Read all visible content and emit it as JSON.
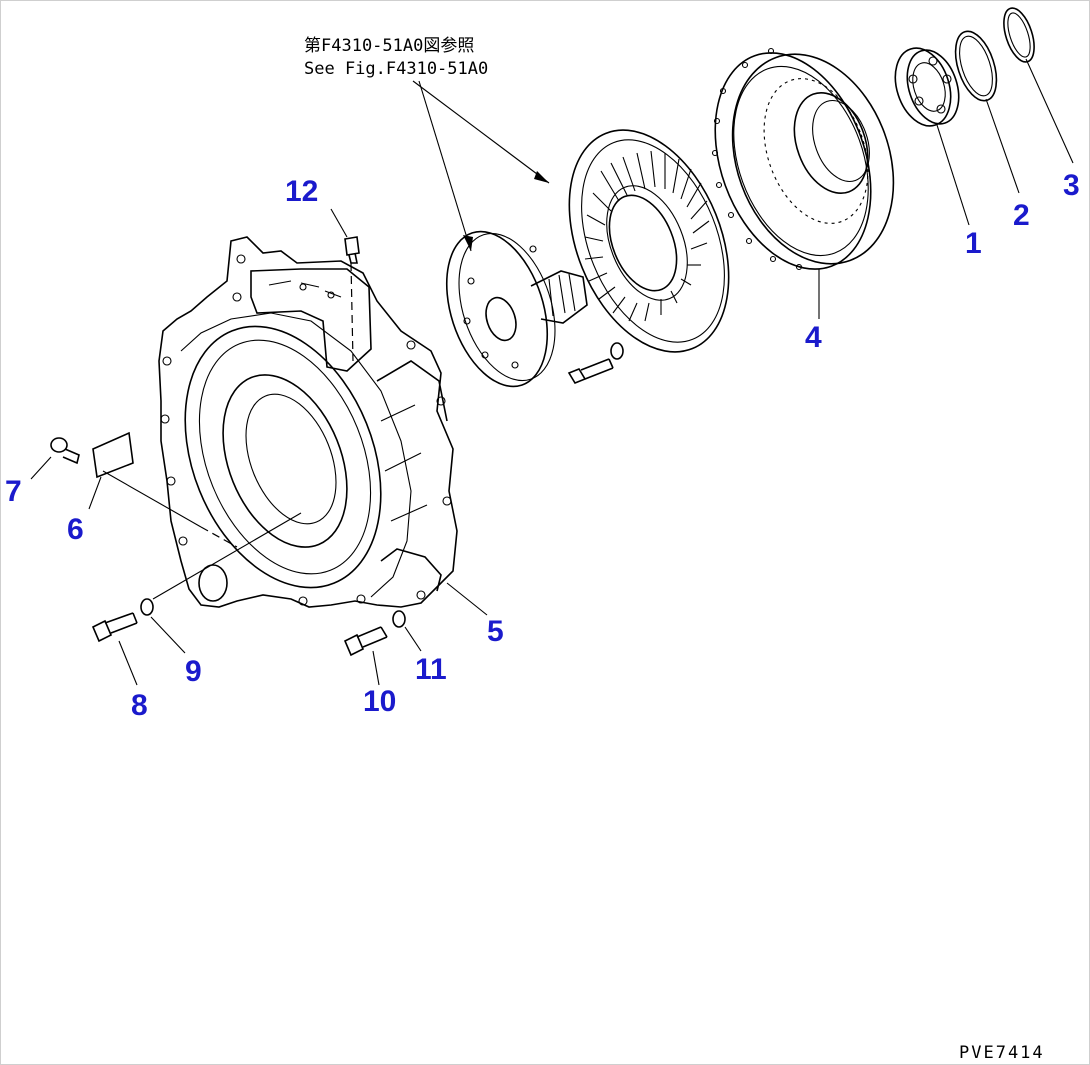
{
  "reference_note": {
    "line1": "第F4310-51A0図参照",
    "line2": "See Fig.F4310-51A0"
  },
  "callouts": [
    "1",
    "2",
    "3",
    "4",
    "5",
    "6",
    "7",
    "8",
    "9",
    "10",
    "11",
    "12"
  ],
  "drawing_code": "PVE7414",
  "colors": {
    "callout": "#1a1acc",
    "line": "#000000",
    "background": "#ffffff"
  }
}
